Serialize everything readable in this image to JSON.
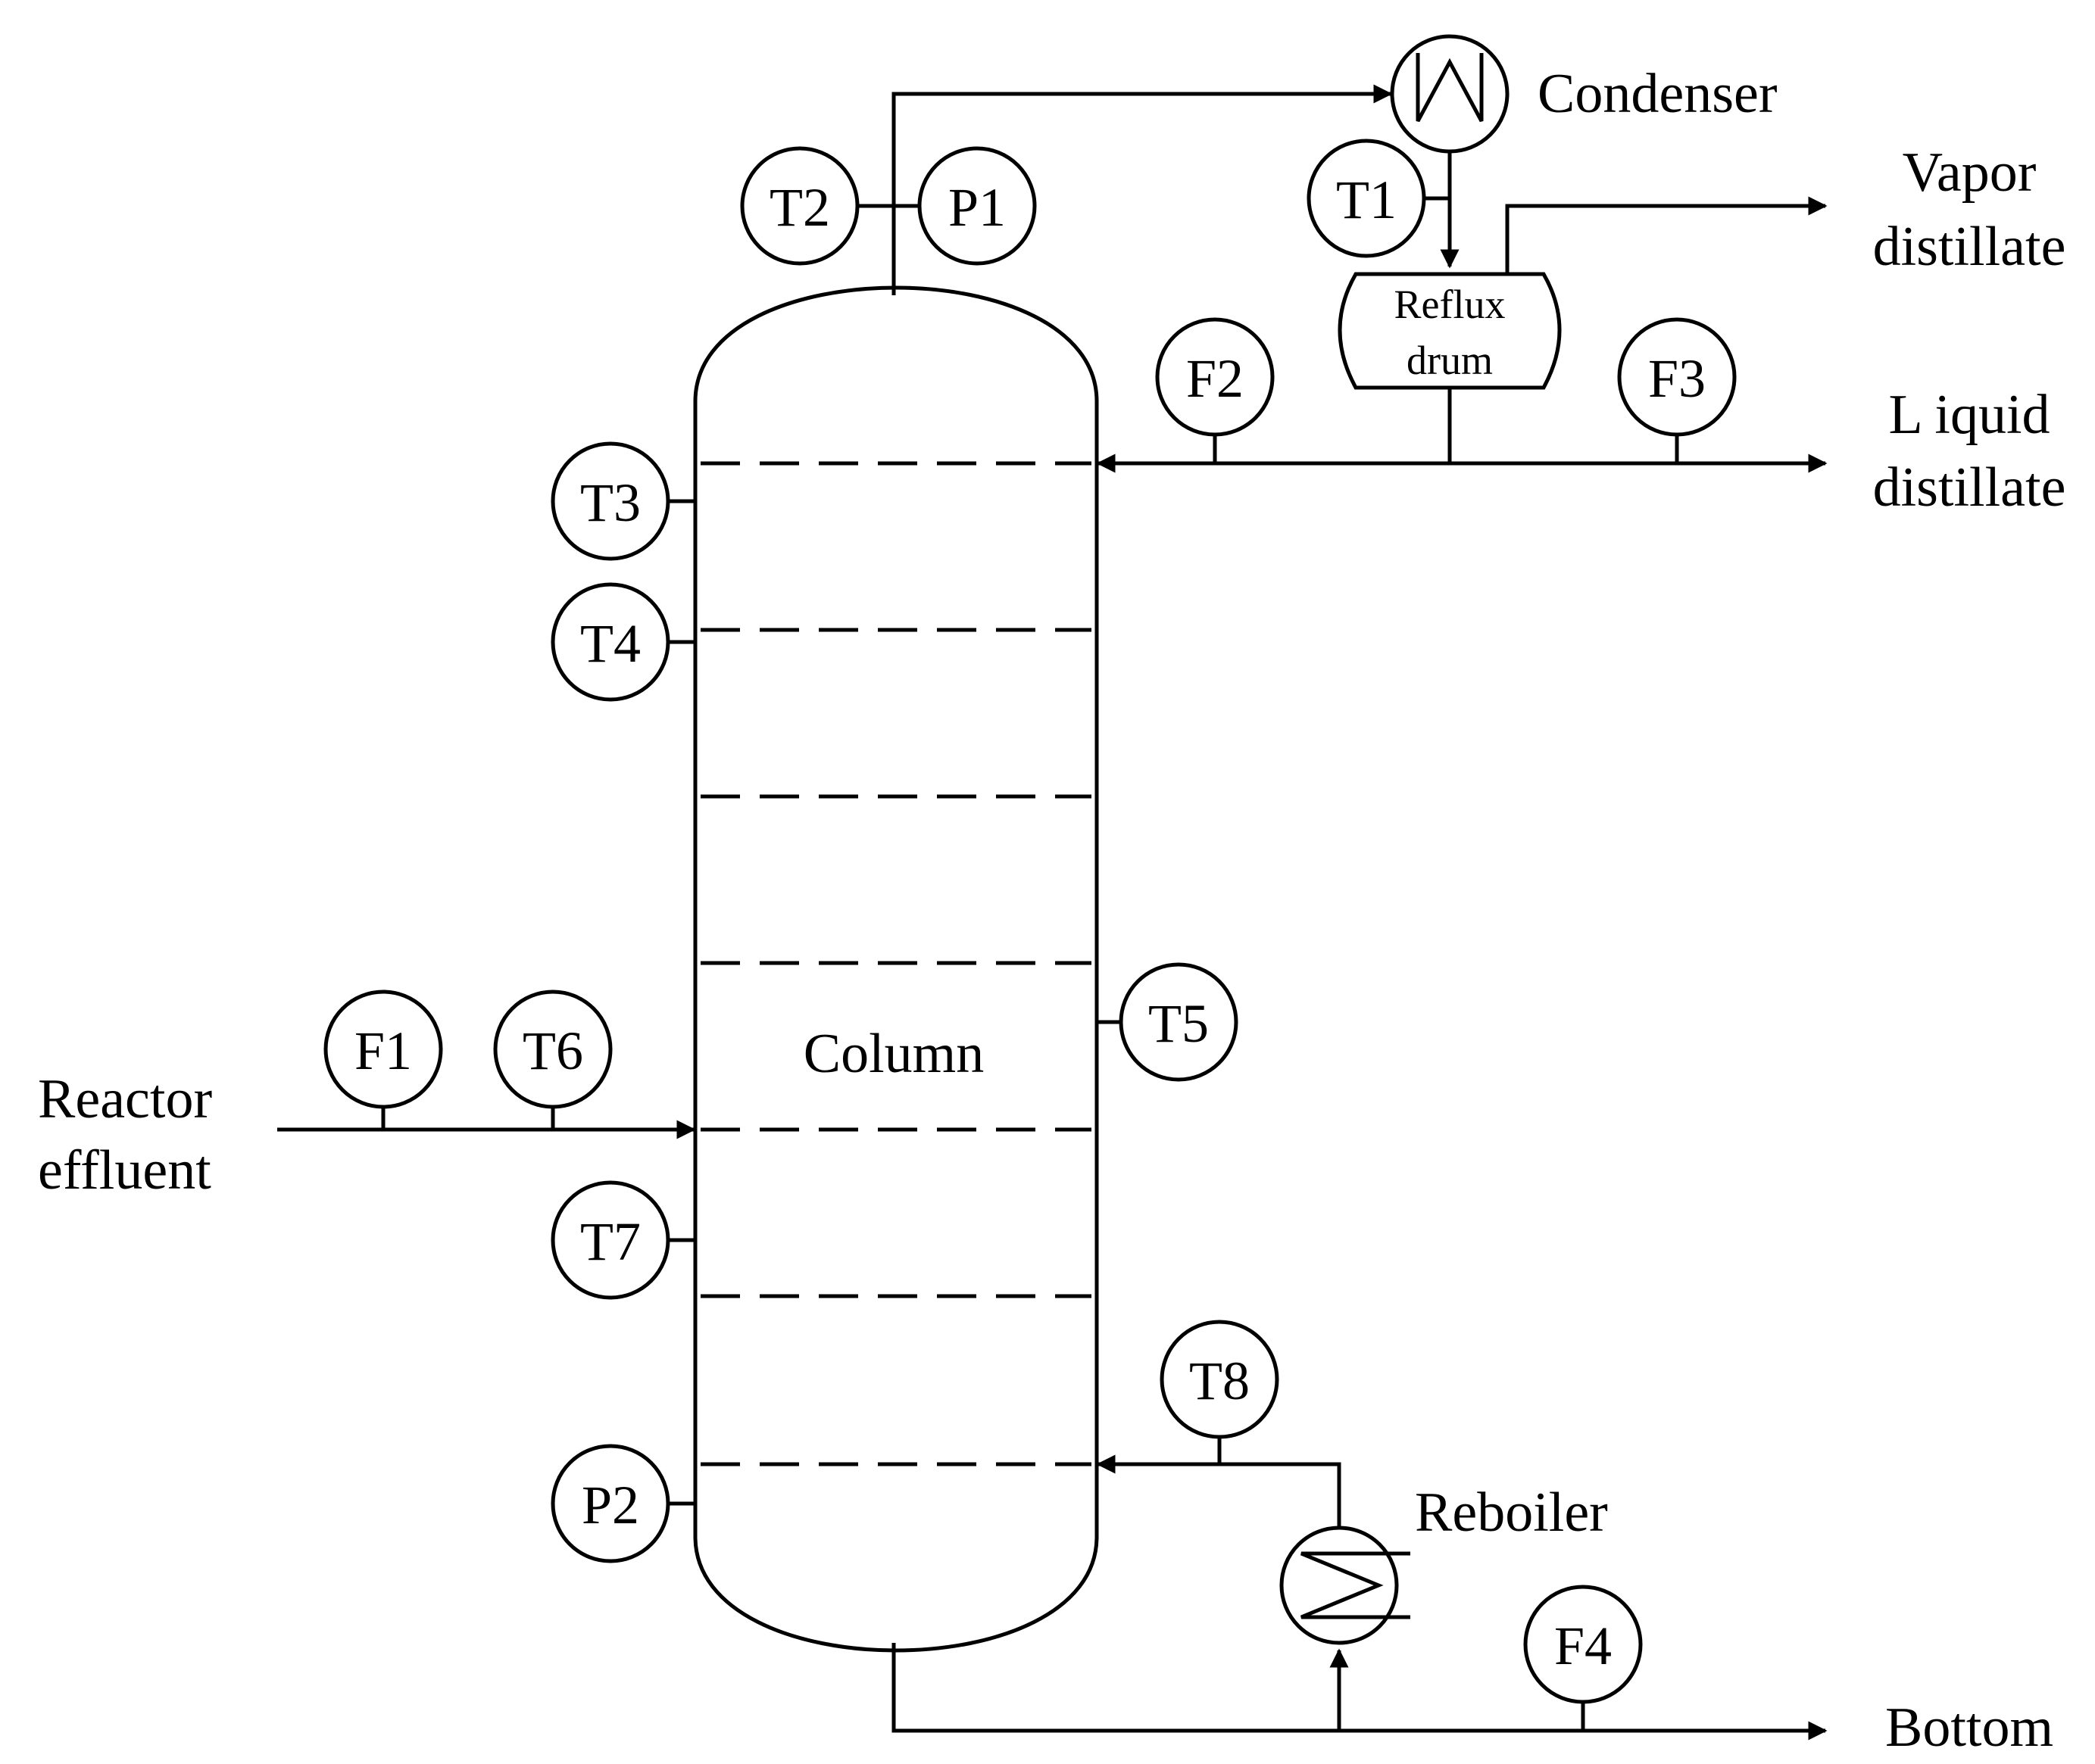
{
  "equipment": {
    "column": "Column",
    "condenser": "Condenser",
    "reflux_drum_line1": "Reflux",
    "reflux_drum_line2": "drum",
    "reboiler": "Reboiler"
  },
  "streams": {
    "feed_line1": "Reactor",
    "feed_line2": "effluent",
    "vapor_line1": "Vapor",
    "vapor_line2": "distillate",
    "liquid_line1": "L iquid",
    "liquid_line2": "distillate",
    "bottom": "Bottom"
  },
  "instruments": {
    "T1": "T1",
    "T2": "T2",
    "T3": "T3",
    "T4": "T4",
    "T5": "T5",
    "T6": "T6",
    "T7": "T7",
    "T8": "T8",
    "P1": "P1",
    "P2": "P2",
    "F1": "F1",
    "F2": "F2",
    "F3": "F3",
    "F4": "F4"
  },
  "colors": {
    "line": "#000000",
    "background": "#ffffff"
  }
}
